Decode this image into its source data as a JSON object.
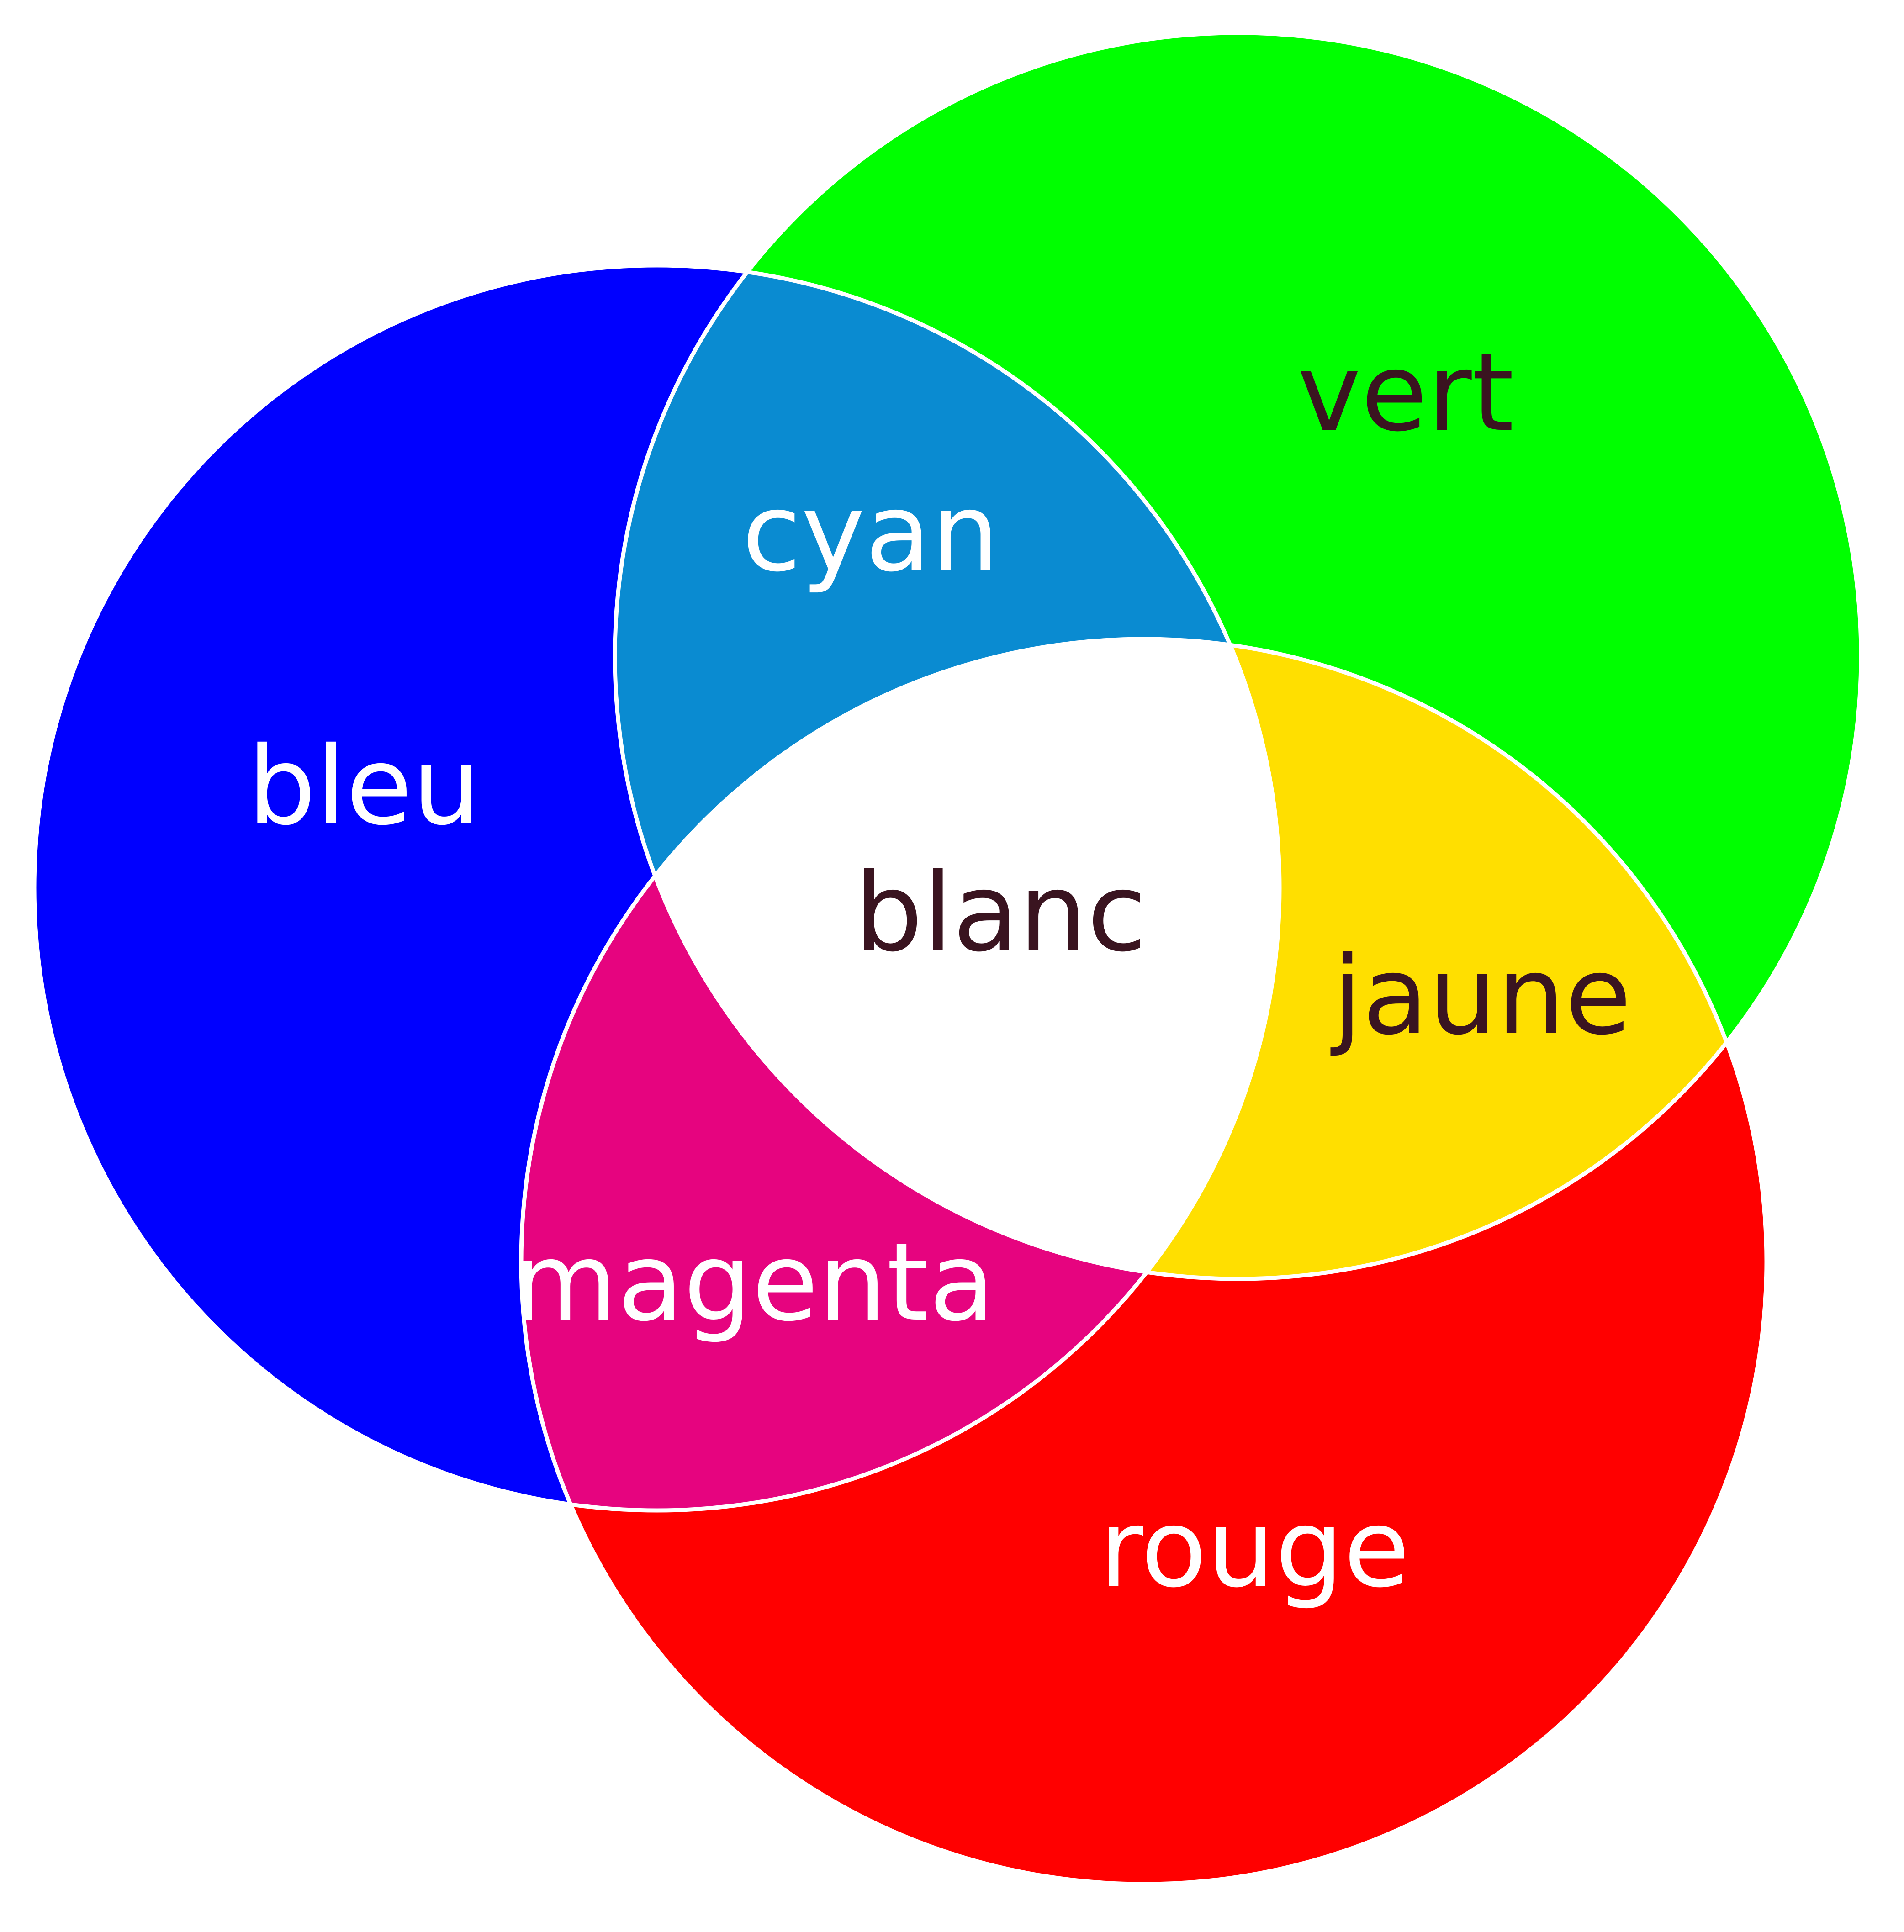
{
  "diagram": {
    "circles": {
      "blue": {
        "label": "bleu",
        "color": "#0000FF"
      },
      "green": {
        "label": "vert",
        "color": "#00FF00"
      },
      "red": {
        "label": "rouge",
        "color": "#FF0000"
      }
    },
    "overlaps": {
      "blue_green": {
        "label": "cyan",
        "color": "#0A8BD1"
      },
      "green_red": {
        "label": "jaune",
        "color": "#FFDF00"
      },
      "blue_red": {
        "label": "magenta",
        "color": "#E6047F"
      },
      "blue_green_red": {
        "label": "blanc",
        "color": "#FFFFFF"
      }
    },
    "colors": {
      "outline": "#FFFFFF",
      "dark_text": "#3A1420",
      "light_text": "#FFFFFF"
    }
  }
}
